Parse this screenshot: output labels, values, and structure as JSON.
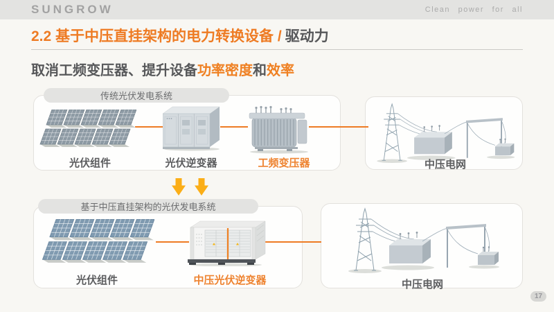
{
  "header": {
    "logo": "SUNGROW",
    "tagline": "Clean power for all"
  },
  "title": {
    "accent": "2.2 基于中压直挂架构的电力转换设备 /",
    "rest": "驱动力"
  },
  "subtitle": {
    "part1": "取消工频变压器、提升设备",
    "part2": "功率密度",
    "part3": "和",
    "part4": "效率"
  },
  "systems": {
    "traditional": {
      "tag": "传统光伏发电系统",
      "components": [
        {
          "label": "光伏组件",
          "icon": "solar-array-icon",
          "highlighted": false
        },
        {
          "label": "光伏逆变器",
          "icon": "inverter-cabinet-icon",
          "highlighted": false
        },
        {
          "label": "工频变压器",
          "icon": "transformer-icon",
          "highlighted": true
        }
      ],
      "grid": {
        "label": "中压电网",
        "icon": "mv-grid-icon"
      }
    },
    "mv_direct": {
      "tag": "基于中压直挂架构的光伏发电系统",
      "components": [
        {
          "label": "光伏组件",
          "icon": "solar-array-icon",
          "highlighted": false
        },
        {
          "label": "中压光伏逆变器",
          "icon": "container-inverter-icon",
          "highlighted": true
        }
      ],
      "grid": {
        "label": "中压电网",
        "icon": "mv-grid-icon"
      }
    }
  },
  "transition": {
    "icon": "down-arrow-icon",
    "count": 2
  },
  "page": {
    "number": "17"
  },
  "colors": {
    "accent_orange": "#EE7B23",
    "label_orange": "#EE8330",
    "arrow_yellow": "#FBAE17",
    "text_dark": "#57585A",
    "topbar_gray": "#E3E3E1",
    "background": "#F8F7F3"
  }
}
